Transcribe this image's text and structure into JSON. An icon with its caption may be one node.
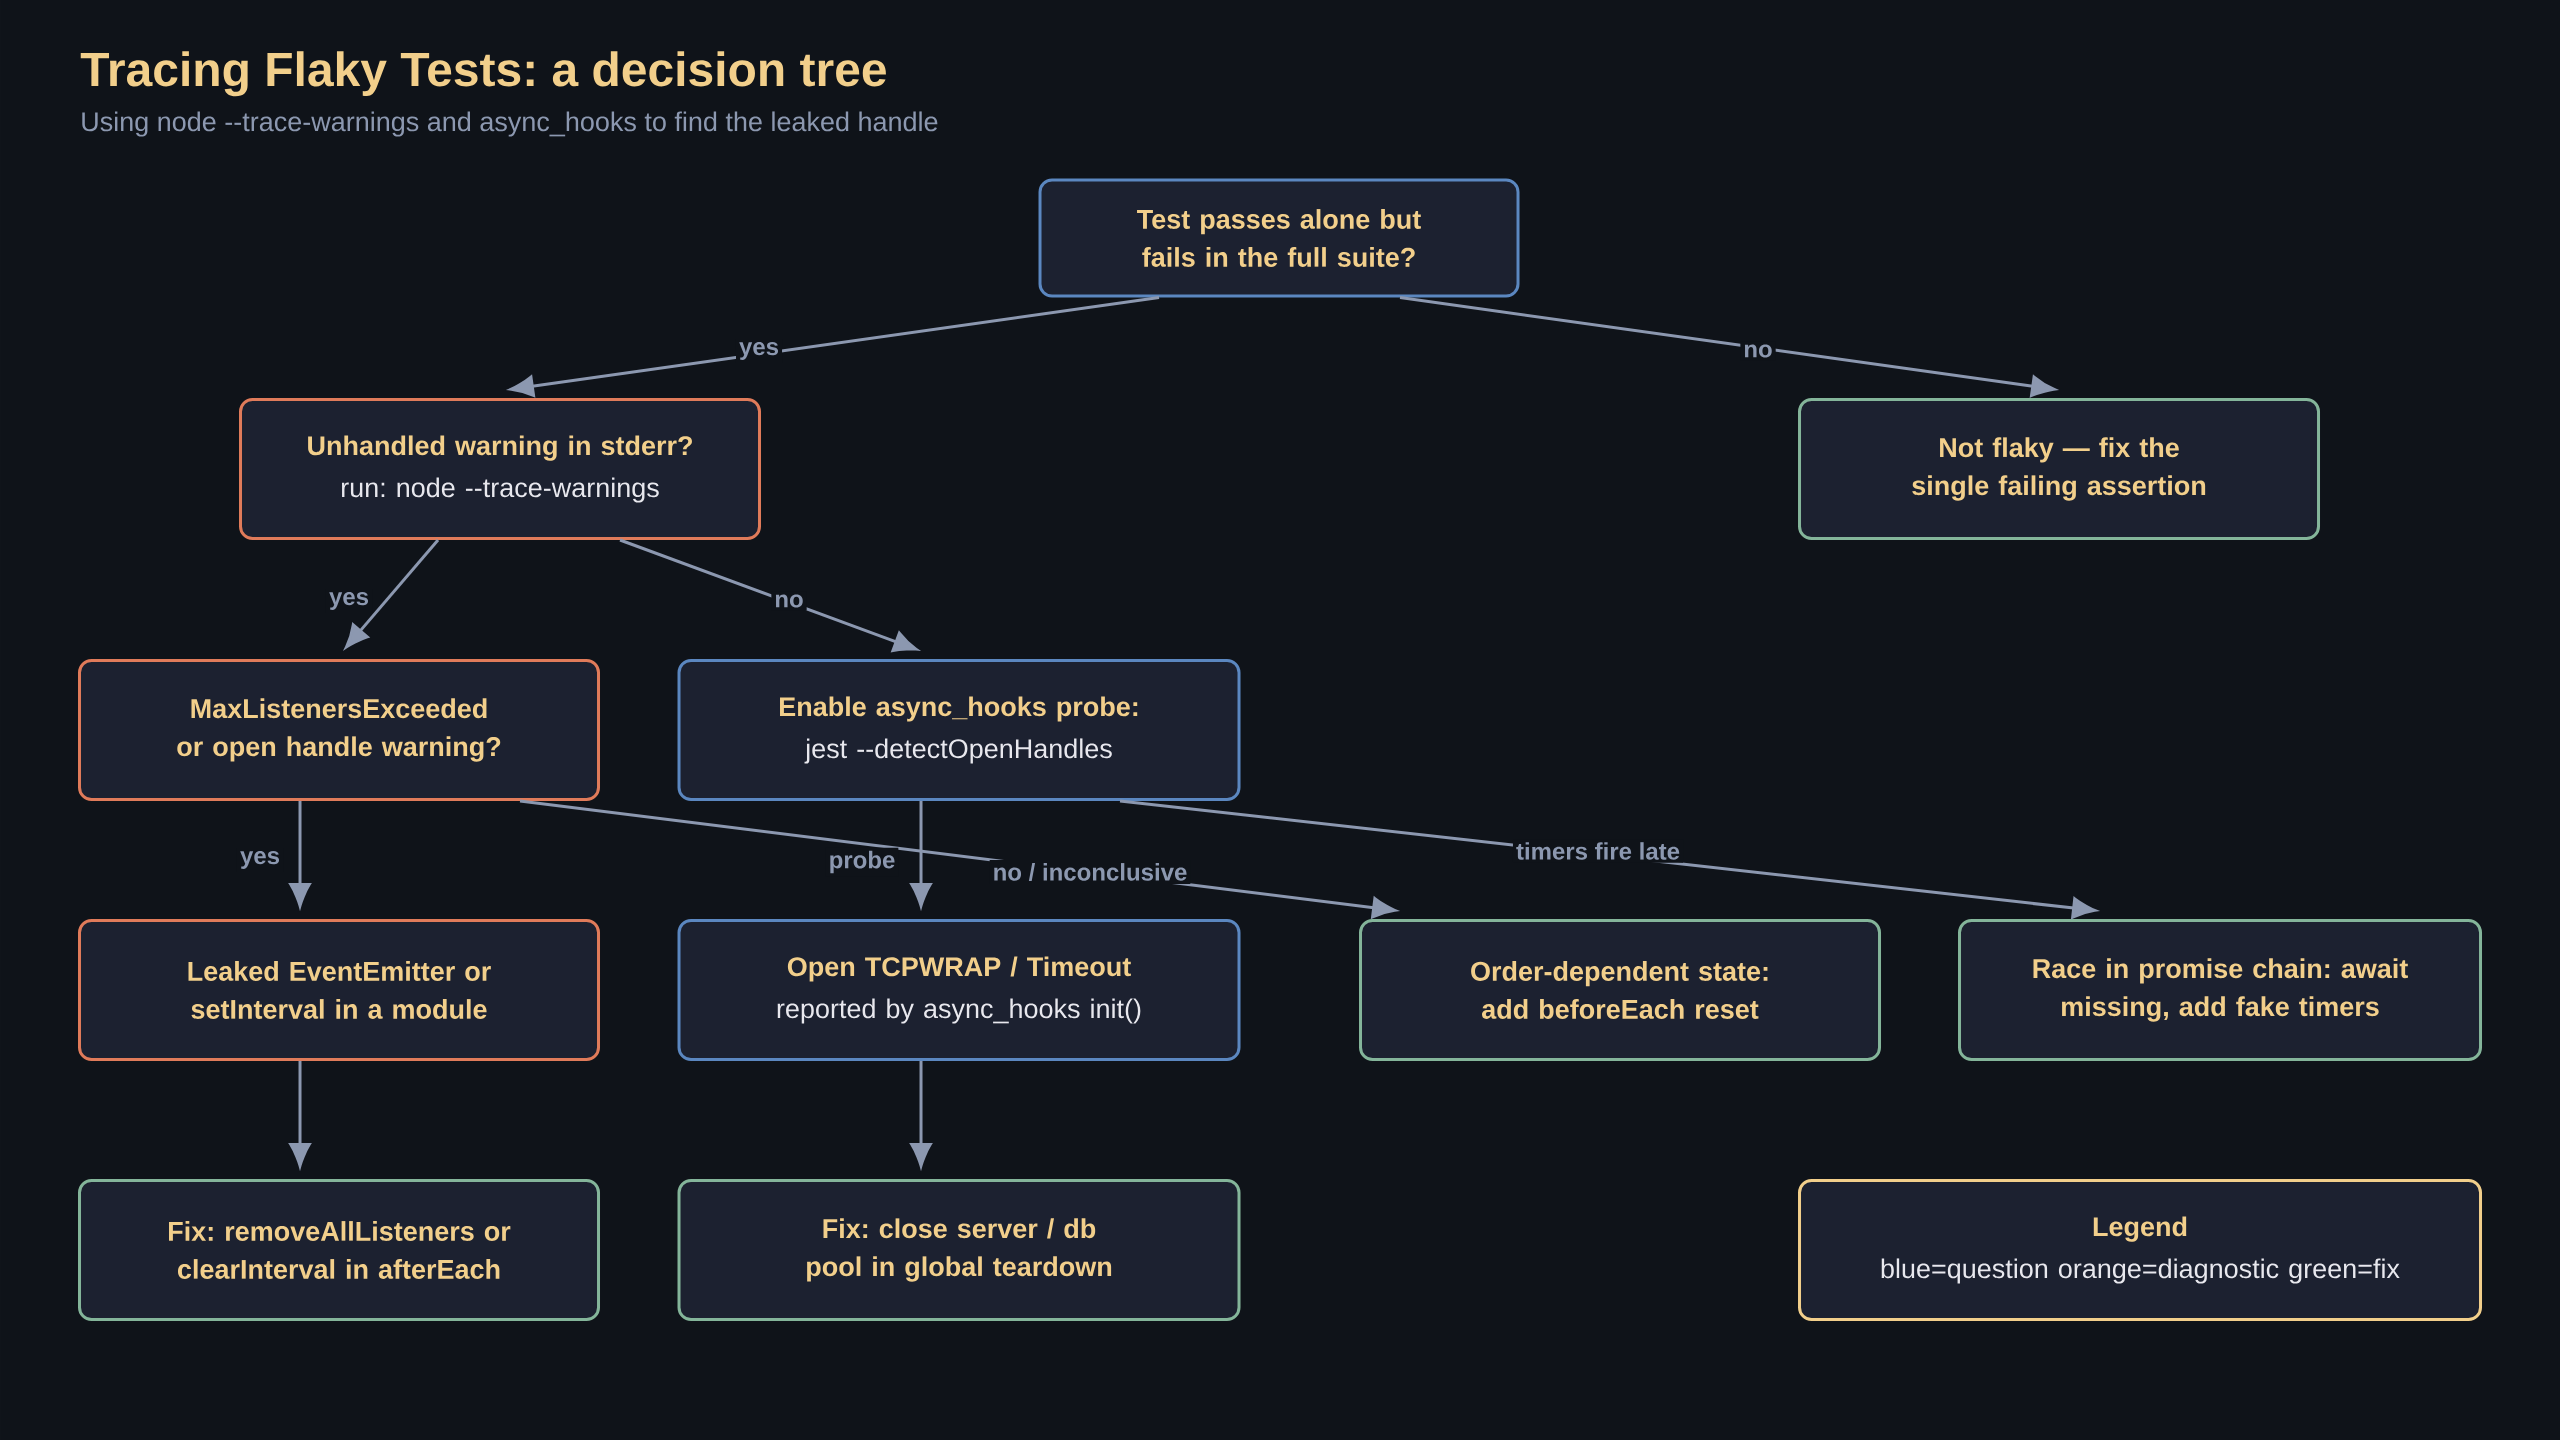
{
  "diagram": {
    "title": "Tracing Flaky Tests: a decision tree",
    "nodes": [
      {
        "text": [
          "Test passes alone but fails in the full suite?"
        ]
      },
      {
        "text": [
          "Unhandled warning in stderr?",
          "run: node --trace-warnings"
        ]
      },
      {
        "text": [
          "Not flaky — fix the single failing assertion"
        ]
      },
      {
        "text": [
          "MaxListenersExceeded or open handle warning?"
        ]
      },
      {
        "text": [
          "Enable async_hooks probe:",
          "jest --detectOpenHandles"
        ]
      },
      {
        "text": [
          "Leaked EventEmitter or setInterval in a module"
        ]
      },
      {
        "text": [
          "Open TCPWRAP / Timeout",
          "reported by async_hooks init()"
        ]
      },
      {
        "text": [
          "Order-dependent state: add beforeEach reset"
        ]
      },
      {
        "text": [
          "Race in promise chain: await missing, add fake timers"
        ]
      },
      {
        "text": [
          "Fix: removeAllListeners or clearInterval in afterEach"
        ]
      },
      {
        "text": [
          "Fix: close server / db pool in global teardown"
        ]
      },
      {
        "text": [
          "Legend",
          "blue=question orange=diagnostic green=fix"
        ]
      }
    ],
    "edges": [
      {
        "from": 0,
        "to": 1,
        "arrow": "to",
        "label": "yes"
      },
      {
        "from": 0,
        "to": 2,
        "arrow": "to",
        "label": "no"
      },
      {
        "from": 1,
        "to": 3,
        "arrow": "to",
        "label": "yes"
      },
      {
        "from": 1,
        "to": 4,
        "arrow": "to",
        "label": "no"
      },
      {
        "from": 3,
        "to": 5,
        "arrow": "to",
        "label": "yes"
      },
      {
        "from": 3,
        "to": 7,
        "arrow": "to",
        "label": "no / inconclusive"
      },
      {
        "from": 4,
        "to": 6,
        "arrow": "to",
        "label": "probe"
      },
      {
        "from": 4,
        "to": 8,
        "arrow": "to",
        "label": "timers fire late"
      },
      {
        "from": 5,
        "to": 9,
        "arrow": "to"
      },
      {
        "from": 6,
        "to": 10,
        "arrow": "to"
      }
    ],
    "labels": [
      "Using node --trace-warnings and async_hooks to find the leaked handle"
    ]
  }
}
